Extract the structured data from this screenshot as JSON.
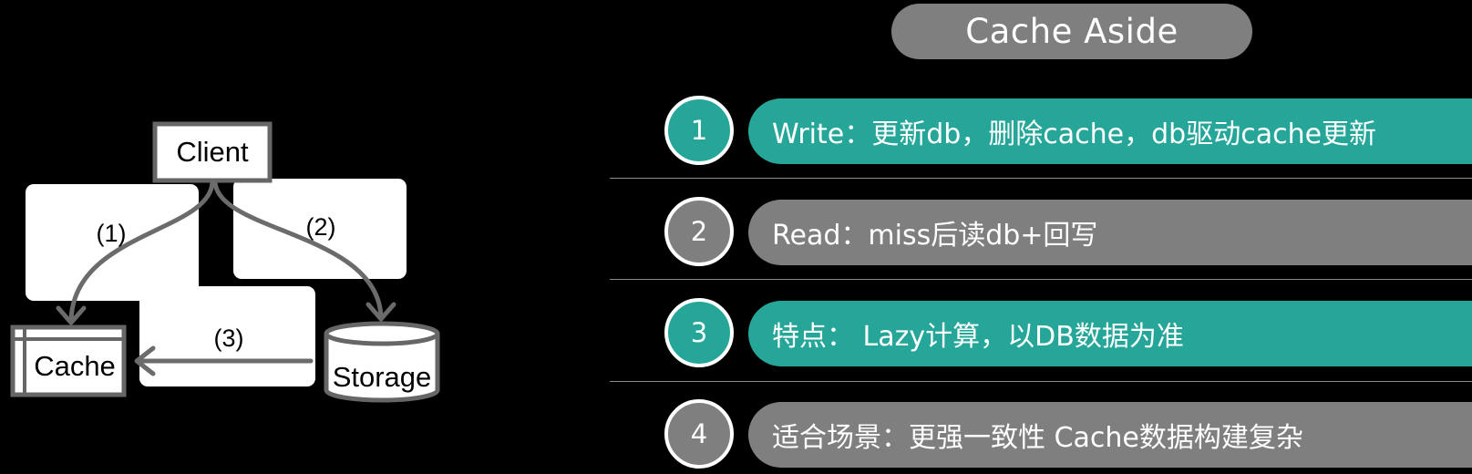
{
  "title": "Cache Aside",
  "diagram": {
    "client_label": "Client",
    "cache_label": "Cache",
    "storage_label": "Storage",
    "steps": [
      "(1)",
      "(2)",
      "(3)"
    ]
  },
  "items": [
    {
      "num": "1",
      "text": "Write：更新db，删除cache，db驱动cache更新",
      "color": "#26a699"
    },
    {
      "num": "2",
      "text": "Read：miss后读db+回写",
      "color": "#7f7f7f"
    },
    {
      "num": "3",
      "text": "特点： Lazy计算，以DB数据为准",
      "color": "#26a699"
    },
    {
      "num": "4",
      "text": "适合场景：更强一致性 Cache数据构建复杂",
      "color": "#7f7f7f"
    }
  ]
}
